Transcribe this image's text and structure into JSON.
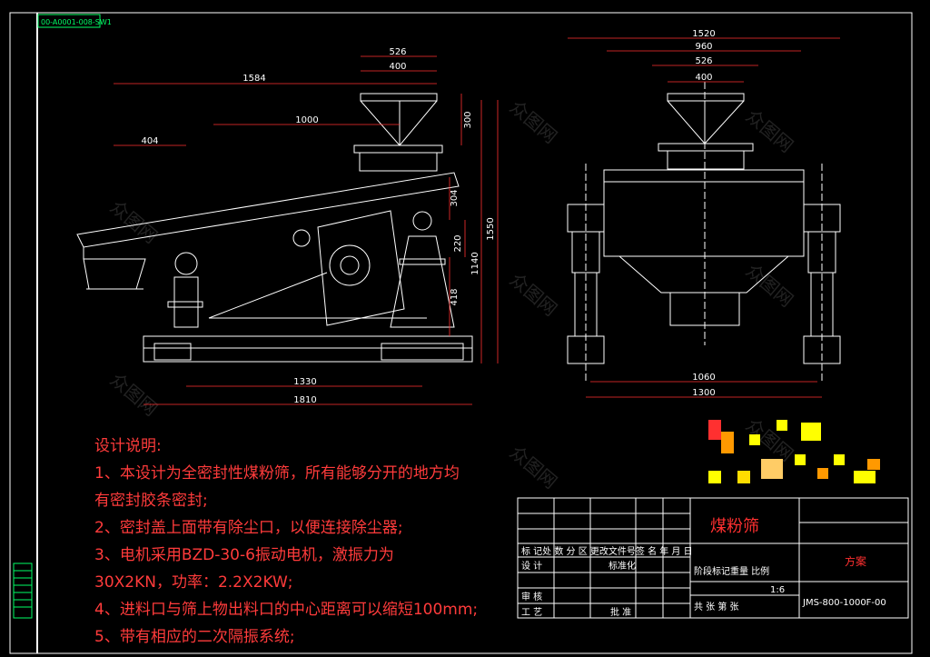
{
  "sheet": {
    "drawing_code_tag": "00-A0001-008-SW1",
    "background_color": "#000000",
    "line_color": "#ffffff",
    "dimension_color": "#ff3030",
    "notes_color": "#ff3b3b",
    "accent_color": "#00ff66"
  },
  "front_view": {
    "dims": {
      "d526": "526",
      "d400": "400",
      "d1584": "1584",
      "d1000": "1000",
      "d404": "404",
      "d300": "300",
      "d304": "304",
      "d220": "220",
      "d1550": "1550",
      "d1140": "1140",
      "d418": "418",
      "d1330": "1330",
      "d1810": "1810"
    }
  },
  "side_view": {
    "dims": {
      "d1520": "1520",
      "d960": "960",
      "d526": "526",
      "d400": "400",
      "d1060": "1060",
      "d1300": "1300"
    }
  },
  "notes": {
    "heading": "设计说明:",
    "lines": [
      "1、本设计为全密封性煤粉筛，所有能够分开的地方均",
      "有密封胶条密封;",
      "2、密封盖上面带有除尘口，以便连接除尘器;",
      "3、电机采用BZD-30-6振动电机，激振力为",
      "30X2KN，功率：2.2X2KW;",
      "4、进料口与筛上物出料口的中心距离可以缩短100mm;",
      "5、带有相应的二次隔振系统;"
    ]
  },
  "title_block": {
    "product_name": "煤粉筛",
    "scheme": "方案",
    "row_revision": "标 记处 数  分  区 更改文件号签 名 年 月 日",
    "design": "设  计",
    "standardize": "标准化",
    "stage_mass_scale": "阶段标记重量 比例",
    "review": "审  核",
    "process": "工  艺",
    "approve": "批  准",
    "sheets": "共   张 第   张",
    "scale_value": "1:6",
    "drawing_number": "JMS-800-1000F-00"
  },
  "watermark": {
    "text": "众图网"
  }
}
